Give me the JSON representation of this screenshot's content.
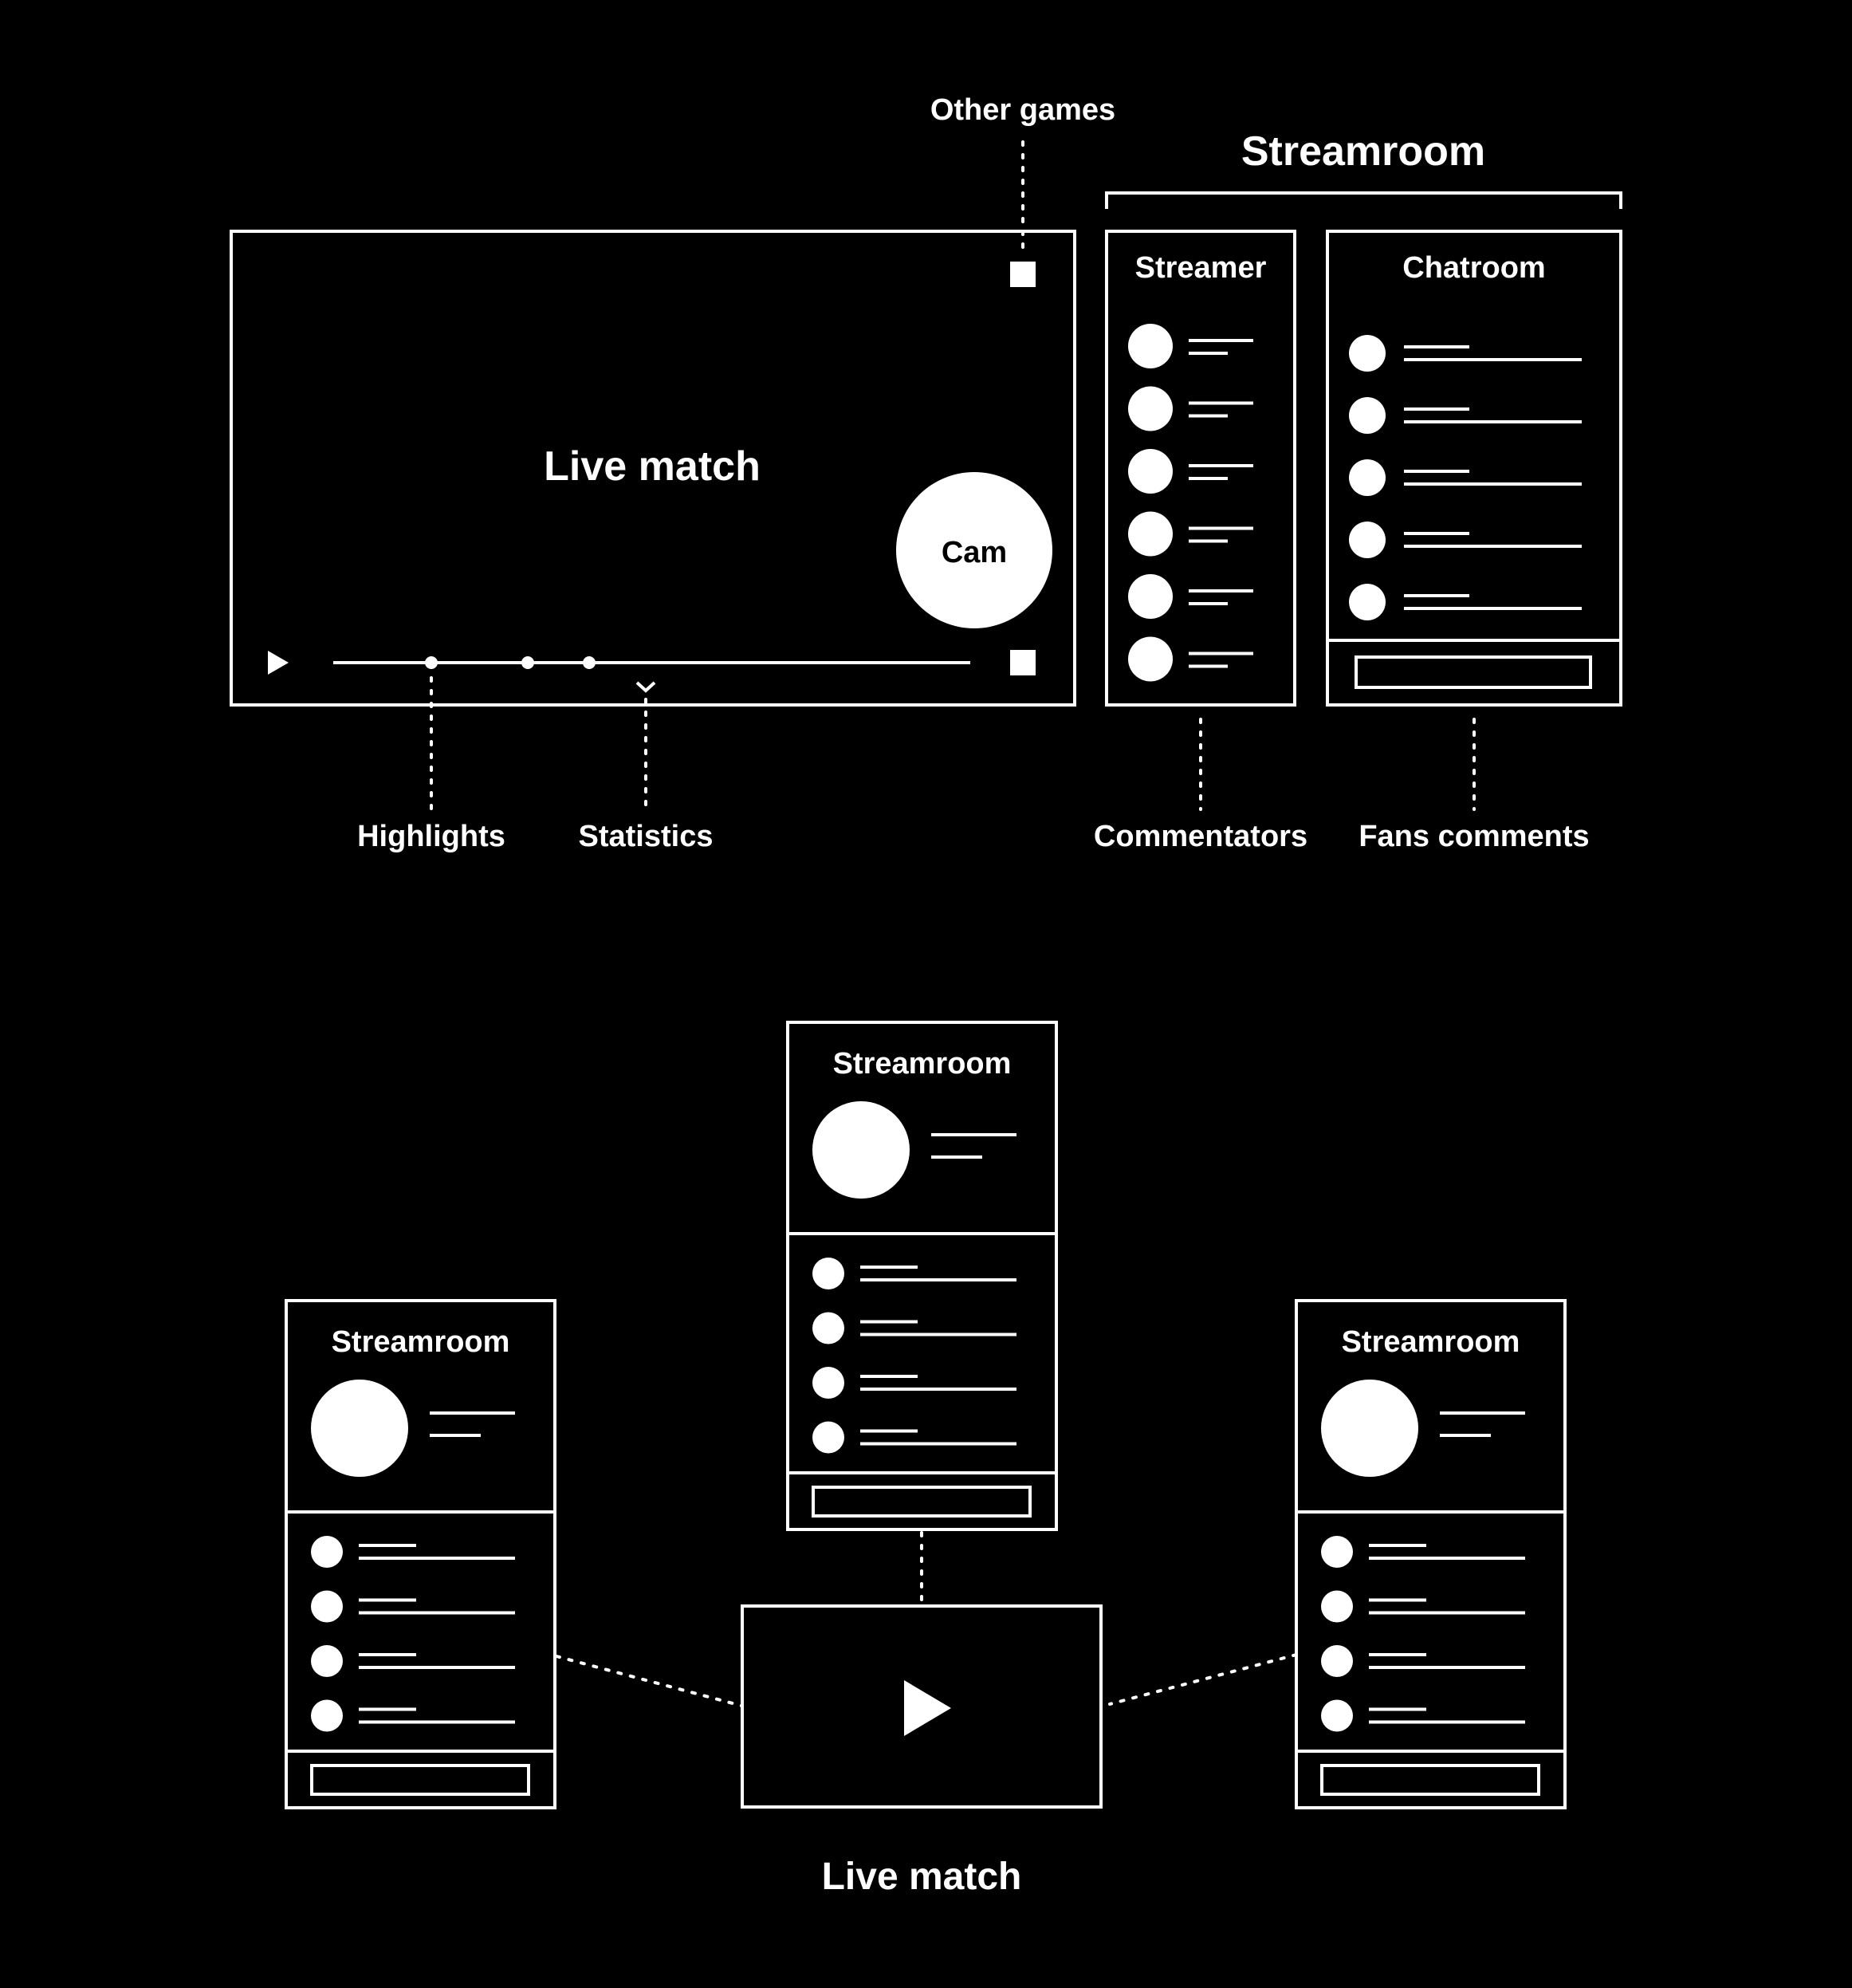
{
  "colors": {
    "background": "#000000",
    "foreground": "#ffffff"
  },
  "top": {
    "player": {
      "title": "Live match",
      "cam_label": "Cam",
      "play_icon": "play-icon",
      "other_games_label": "Other games",
      "highlights_label": "Highlights",
      "statistics_label": "Statistics"
    },
    "streamroom_label": "Streamroom",
    "streamer_panel": {
      "title": "Streamer",
      "caption": "Commentators"
    },
    "chatroom_panel": {
      "title": "Chatroom",
      "caption": "Fans comments"
    }
  },
  "bottom": {
    "center_label": "Live match",
    "play_icon": "play-icon",
    "cards": [
      {
        "title": "Streamroom"
      },
      {
        "title": "Streamroom"
      },
      {
        "title": "Streamroom"
      }
    ]
  }
}
